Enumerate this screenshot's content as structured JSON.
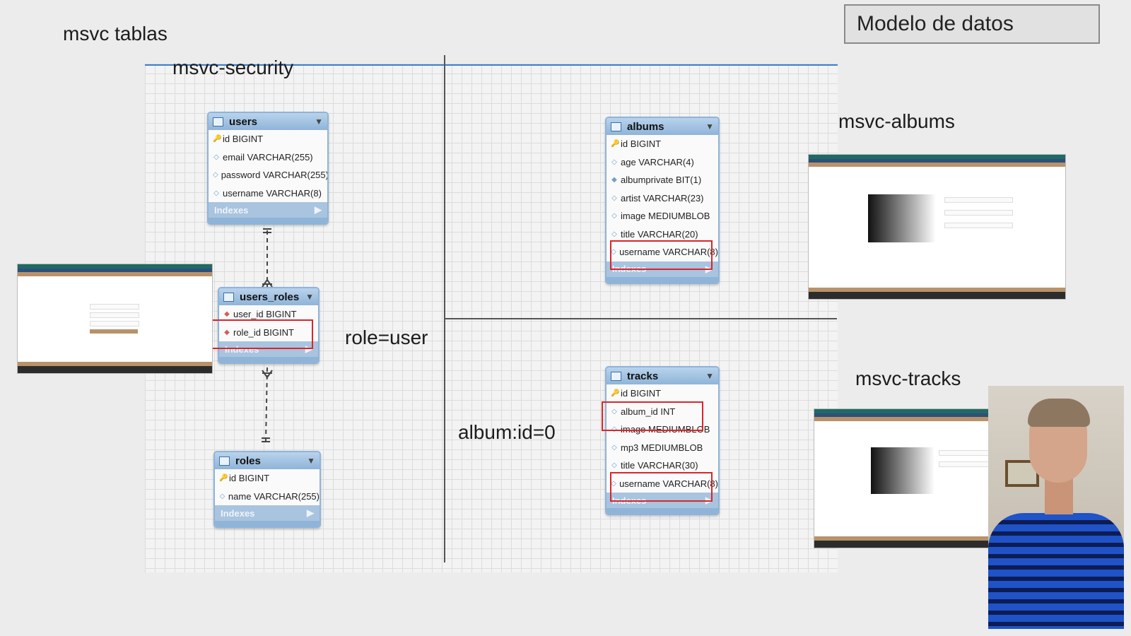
{
  "slide": {
    "heading": "msvc tablas",
    "title_box": "Modelo de datos",
    "sections": {
      "security": "msvc-security",
      "albums": "msvc-albums",
      "tracks": "msvc-tracks"
    },
    "annotations": {
      "role": "role=user",
      "album": "album:id=0"
    }
  },
  "tables": {
    "users": {
      "name": "users",
      "columns": [
        {
          "text": "id BIGINT",
          "kind": "pk"
        },
        {
          "text": "email VARCHAR(255)",
          "kind": "col"
        },
        {
          "text": "password VARCHAR(255)",
          "kind": "col"
        },
        {
          "text": "username VARCHAR(8)",
          "kind": "col"
        }
      ],
      "indexes": "Indexes"
    },
    "users_roles": {
      "name": "users_roles",
      "columns": [
        {
          "text": "user_id BIGINT",
          "kind": "fk"
        },
        {
          "text": "role_id BIGINT",
          "kind": "fk"
        }
      ],
      "indexes": "Indexes"
    },
    "roles": {
      "name": "roles",
      "columns": [
        {
          "text": "id BIGINT",
          "kind": "pk"
        },
        {
          "text": "name VARCHAR(255)",
          "kind": "col"
        }
      ],
      "indexes": "Indexes"
    },
    "albums": {
      "name": "albums",
      "columns": [
        {
          "text": "id BIGINT",
          "kind": "pk"
        },
        {
          "text": "age VARCHAR(4)",
          "kind": "col"
        },
        {
          "text": "albumprivate BIT(1)",
          "kind": "col"
        },
        {
          "text": "artist VARCHAR(23)",
          "kind": "col"
        },
        {
          "text": "image MEDIUMBLOB",
          "kind": "col"
        },
        {
          "text": "title VARCHAR(20)",
          "kind": "col"
        },
        {
          "text": "username VARCHAR(8)",
          "kind": "col"
        }
      ],
      "indexes": "Indexes"
    },
    "tracks": {
      "name": "tracks",
      "columns": [
        {
          "text": "id BIGINT",
          "kind": "pk"
        },
        {
          "text": "album_id INT",
          "kind": "col"
        },
        {
          "text": "image MEDIUMBLOB",
          "kind": "col"
        },
        {
          "text": "mp3 MEDIUMBLOB",
          "kind": "col"
        },
        {
          "text": "title VARCHAR(30)",
          "kind": "col"
        },
        {
          "text": "username VARCHAR(8)",
          "kind": "col"
        }
      ],
      "indexes": "Indexes"
    }
  },
  "icons": {
    "table": "table-icon",
    "primary_key": "key-icon",
    "column": "diamond-icon",
    "foreign_key": "red-diamond-icon",
    "collapse": "chevron-down-icon",
    "indexes_arrow": "triangle-right-icon"
  },
  "colors": {
    "highlight": "#d9262a",
    "section_line": "#3a7fd1",
    "table_header": "#8fb4d8"
  }
}
